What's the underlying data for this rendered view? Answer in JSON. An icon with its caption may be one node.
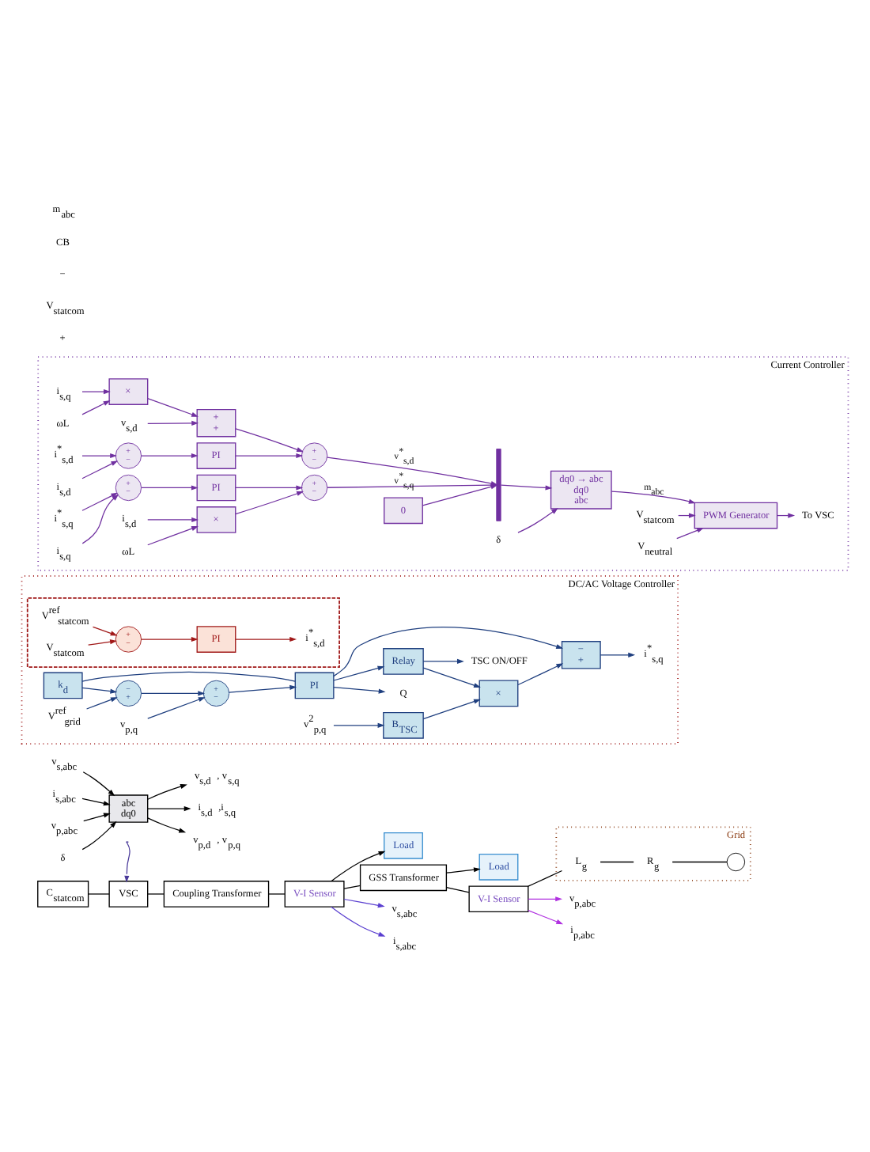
{
  "diagram": {
    "nodes": [
      {
        "text": [
          "C$_{statcom}$"
        ]
      },
      {
        "text": [
          "VSC"
        ]
      },
      {
        "text": [
          "Coupling Transformer"
        ]
      },
      {
        "text": [
          "V-I Sensor"
        ]
      },
      {
        "text": [
          "Load"
        ]
      },
      {
        "text": [
          "GSS Transformer"
        ]
      },
      {
        "text": [
          "Load"
        ]
      },
      {
        "text": [
          "V-I Sensor"
        ]
      },
      {
        "text": [
          "Grid"
        ]
      },
      {
        "text": [
          "L$_{g}$"
        ],
        "in": 8
      },
      {
        "text": [
          "R$_{g}$"
        ],
        "in": 8
      },
      {
        "text": [],
        "shape": "circle",
        "in": 8
      },
      {
        "text": [
          "v$_{s,abc}$"
        ]
      },
      {
        "text": [
          "i$_{s,abc}$"
        ]
      },
      {
        "text": [
          "v$_{p,abc}$"
        ]
      },
      {
        "text": [
          "i$_{p,abc}$"
        ]
      },
      {
        "text": [
          "abc",
          "dq0"
        ]
      },
      {
        "text": [
          "v$_{s,abc}$"
        ]
      },
      {
        "text": [
          "i$_{s,abc}$"
        ]
      },
      {
        "text": [
          "v$_{p,abc}$"
        ]
      },
      {
        "text": [
          "δ"
        ]
      },
      {
        "text": [
          "v$_{s,d}$ , v$_{s,q}$"
        ]
      },
      {
        "text": [
          "i$_{s,d}$ ,i$_{s,q}$"
        ]
      },
      {
        "text": [
          "v$_{p,d}$ , v$_{p,q}$"
        ]
      },
      {
        "text": [
          "DC/AC Voltage Controller"
        ]
      },
      {
        "text": [],
        "shape": "box",
        "in": 24
      },
      {
        "text": [
          "V$^{ref}$$_{statcom}$"
        ],
        "in": 25
      },
      {
        "text": [
          "+",
          "−"
        ],
        "in": 25
      },
      {
        "text": [
          "V$_{statcom}$"
        ],
        "in": 25
      },
      {
        "text": [
          "PI"
        ],
        "in": 25
      },
      {
        "text": [
          "i$^{*}$$_{s,d}$"
        ],
        "in": 25
      },
      {
        "text": [
          "k$_{d}$"
        ],
        "in": 24
      },
      {
        "text": [
          "Q"
        ],
        "in": 24
      },
      {
        "text": [
          "V$^{ref}$$_{grid}$"
        ],
        "in": 24
      },
      {
        "text": [
          "−",
          "+"
        ],
        "in": 24
      },
      {
        "text": [
          "+",
          "−"
        ],
        "in": 24
      },
      {
        "text": [
          "v$_{p,q}$"
        ],
        "in": 24
      },
      {
        "text": [
          "PI"
        ],
        "in": 24
      },
      {
        "text": [
          "Relay"
        ],
        "in": 24
      },
      {
        "text": [
          "v$^{2}$$_{p,q}$"
        ],
        "in": 24
      },
      {
        "text": [
          "B$_{TSC}$"
        ],
        "in": 24
      },
      {
        "text": [
          "×"
        ],
        "in": 24
      },
      {
        "text": [
          "−",
          "+"
        ],
        "in": 24
      },
      {
        "text": [
          "i$^{*}$$_{s,q}$"
        ],
        "in": 24
      },
      {
        "text": [
          "TSC ON/OFF"
        ],
        "in": 24
      },
      {
        "text": [
          "Current Controller"
        ]
      },
      {
        "text": [
          "i$_{s,q}$"
        ],
        "in": 45
      },
      {
        "text": [
          "ωL"
        ],
        "in": 45
      },
      {
        "text": [
          "v$_{s,d}$"
        ],
        "in": 45
      },
      {
        "text": [
          "×"
        ],
        "in": 45
      },
      {
        "text": [
          "+",
          "+"
        ],
        "in": 45
      },
      {
        "text": [
          "i$^{*}$$_{s,d}$"
        ],
        "in": 45
      },
      {
        "text": [
          "+",
          "−"
        ],
        "in": 45
      },
      {
        "text": [
          "i$_{s,d}$"
        ],
        "in": 45
      },
      {
        "text": [
          "PI"
        ],
        "in": 45
      },
      {
        "text": [
          "+",
          "−"
        ],
        "in": 45
      },
      {
        "text": [
          "i$^{*}$$_{s,q}$"
        ],
        "in": 45
      },
      {
        "text": [
          "+",
          "−"
        ],
        "in": 45
      },
      {
        "text": [
          "i$_{s,q}$"
        ],
        "in": 45
      },
      {
        "text": [
          "PI"
        ],
        "in": 45
      },
      {
        "text": [
          "+",
          "−"
        ],
        "in": 45
      },
      {
        "text": [
          "i$_{s,d}$"
        ],
        "in": 45
      },
      {
        "text": [
          "ωL"
        ],
        "in": 45
      },
      {
        "text": [
          "×"
        ],
        "in": 45
      },
      {
        "text": [
          "0"
        ],
        "in": 45
      },
      {
        "text": [],
        "shape": "bar",
        "in": 45
      },
      {
        "text": [
          "δ"
        ],
        "in": 45
      },
      {
        "text": [
          "dq0 → abc",
          "dq0",
          "abc"
        ],
        "in": 45
      },
      {
        "text": [
          "V$_{statcom}$"
        ],
        "in": 45
      },
      {
        "text": [
          "V$_{neutral}$"
        ],
        "in": 45
      },
      {
        "text": [
          "PWM Generator"
        ],
        "in": 45
      },
      {
        "text": [
          "To VSC"
        ],
        "in": 45
      }
    ],
    "edges": [
      {
        "from": 0,
        "to": 1,
        "arrow": "none",
        "color": "#000000"
      },
      {
        "from": 1,
        "to": 2,
        "arrow": "none",
        "color": "#000000"
      },
      {
        "from": 2,
        "to": 3,
        "arrow": "none",
        "color": "#000000"
      },
      {
        "from": 3,
        "to": 5,
        "arrow": "none",
        "color": "#000000"
      },
      {
        "from": 3,
        "to": 4,
        "arrow": "to",
        "color": "#000000"
      },
      {
        "from": 5,
        "to": 6,
        "arrow": "to",
        "color": "#000000"
      },
      {
        "from": 5,
        "to": 7,
        "arrow": "none",
        "color": "#000000"
      },
      {
        "from": 7,
        "to": 9,
        "arrow": "none",
        "color": "#000000"
      },
      {
        "from": 9,
        "to": 10,
        "arrow": "none",
        "color": "#000000"
      },
      {
        "from": 10,
        "to": 11,
        "arrow": "none",
        "color": "#000000"
      },
      {
        "from": 3,
        "to": 12,
        "arrow": "to",
        "color": "#5a3fd0"
      },
      {
        "from": 3,
        "to": 13,
        "arrow": "to",
        "color": "#5a3fd0"
      },
      {
        "from": 7,
        "to": 14,
        "arrow": "to",
        "color": "#b030e0"
      },
      {
        "from": 7,
        "to": 15,
        "arrow": "to",
        "color": "#b030e0"
      },
      {
        "from": null,
        "to": 1,
        "arrow": "to",
        "color": "#4a3a9a"
      },
      {
        "from": 17,
        "to": 16,
        "arrow": "to",
        "color": "#000000"
      },
      {
        "from": 18,
        "to": 16,
        "arrow": "to",
        "color": "#000000"
      },
      {
        "from": 19,
        "to": 16,
        "arrow": "to",
        "color": "#000000"
      },
      {
        "from": 20,
        "to": 16,
        "arrow": "to",
        "color": "#000000"
      },
      {
        "from": 16,
        "to": 21,
        "arrow": "to",
        "color": "#000000"
      },
      {
        "from": 16,
        "to": 22,
        "arrow": "to",
        "color": "#000000"
      },
      {
        "from": 16,
        "to": 23,
        "arrow": "to",
        "color": "#000000"
      },
      {
        "from": 26,
        "to": 27,
        "arrow": "to",
        "color": "#a01818"
      },
      {
        "from": 28,
        "to": 27,
        "arrow": "to",
        "color": "#a01818"
      },
      {
        "from": 27,
        "to": 29,
        "arrow": "to",
        "color": "#a01818"
      },
      {
        "from": 29,
        "to": 30,
        "arrow": "to",
        "color": "#a01818"
      },
      {
        "from": 33,
        "to": 34,
        "arrow": "to",
        "color": "#1f3f7f"
      },
      {
        "from": 34,
        "to": 35,
        "arrow": "to",
        "color": "#1f3f7f"
      },
      {
        "from": 36,
        "to": 35,
        "arrow": "to",
        "color": "#1f3f7f"
      },
      {
        "from": 35,
        "to": 37,
        "arrow": "to",
        "color": "#1f3f7f"
      },
      {
        "from": 37,
        "to": 32,
        "arrow": "to",
        "color": "#1f3f7f"
      },
      {
        "from": 37,
        "to": 31,
        "arrow": "none",
        "color": "#1f3f7f"
      },
      {
        "from": 31,
        "to": 34,
        "arrow": "to",
        "color": "#1f3f7f"
      },
      {
        "from": 37,
        "to": 42,
        "arrow": "to",
        "color": "#1f3f7f"
      },
      {
        "from": 37,
        "to": 38,
        "arrow": "to",
        "color": "#1f3f7f"
      },
      {
        "from": 38,
        "to": 41,
        "arrow": "to",
        "color": "#1f3f7f"
      },
      {
        "from": 38,
        "to": 44,
        "arrow": "to",
        "color": "#1f3f7f"
      },
      {
        "from": 39,
        "to": 40,
        "arrow": "to",
        "color": "#1f3f7f"
      },
      {
        "from": 40,
        "to": 41,
        "arrow": "to",
        "color": "#1f3f7f"
      },
      {
        "from": 41,
        "to": 42,
        "arrow": "to",
        "color": "#1f3f7f"
      },
      {
        "from": 42,
        "to": 43,
        "arrow": "to",
        "color": "#1f3f7f"
      },
      {
        "from": 46,
        "to": 49,
        "arrow": "to"
      },
      {
        "from": 47,
        "to": 49,
        "arrow": "to"
      },
      {
        "from": 49,
        "to": 50,
        "arrow": "to"
      },
      {
        "from": 48,
        "to": 50,
        "arrow": "to"
      },
      {
        "from": 50,
        "to": 55,
        "arrow": "to"
      },
      {
        "from": 51,
        "to": 52,
        "arrow": "to"
      },
      {
        "from": 53,
        "to": 52,
        "arrow": "to"
      },
      {
        "from": 52,
        "to": 54,
        "arrow": "to"
      },
      {
        "from": 54,
        "to": 55,
        "arrow": "to"
      },
      {
        "from": 55,
        "to": 65,
        "arrow": "to",
        "label": "v$^{*}$$_{s,d}$"
      },
      {
        "from": 56,
        "to": 57,
        "arrow": "to"
      },
      {
        "from": 58,
        "to": 57,
        "arrow": "to"
      },
      {
        "from": 57,
        "to": 59,
        "arrow": "to"
      },
      {
        "from": 59,
        "to": 60,
        "arrow": "to"
      },
      {
        "from": 61,
        "to": 63,
        "arrow": "to"
      },
      {
        "from": 62,
        "to": 63,
        "arrow": "to"
      },
      {
        "from": 63,
        "to": 60,
        "arrow": "to"
      },
      {
        "from": 60,
        "to": 65,
        "arrow": "to",
        "label": "v$^{*}$$_{s,q}$"
      },
      {
        "from": 64,
        "to": 65,
        "arrow": "to"
      },
      {
        "from": 65,
        "to": 67,
        "arrow": "to"
      },
      {
        "from": 66,
        "to": 67,
        "arrow": "to"
      },
      {
        "from": 67,
        "to": 70,
        "arrow": "to",
        "label": "m$_{abc}$"
      },
      {
        "from": 68,
        "to": 70,
        "arrow": "to"
      },
      {
        "from": 69,
        "to": 70,
        "arrow": "to"
      },
      {
        "from": 70,
        "to": 71,
        "arrow": "to"
      }
    ],
    "labels": [
      "+",
      "V$_{statcom}$",
      "−",
      "CB",
      "m$_{abc}$"
    ]
  }
}
